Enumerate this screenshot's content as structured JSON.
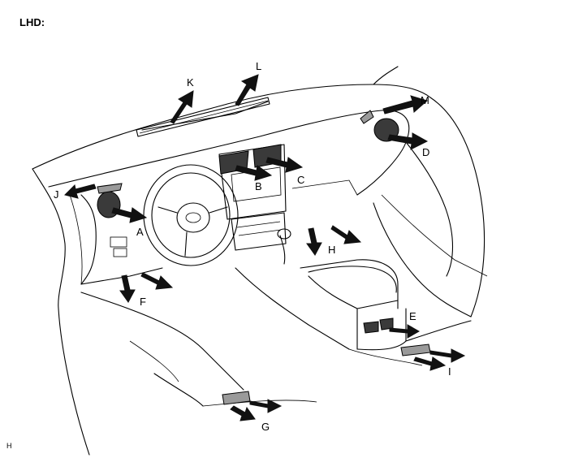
{
  "heading": "LHD:",
  "footnote": "H",
  "callouts": {
    "A": "A",
    "B": "B",
    "C": "C",
    "D": "D",
    "E": "E",
    "F": "F",
    "G": "G",
    "H": "H",
    "I": "I",
    "J": "J",
    "K": "K",
    "L": "L",
    "M": "M"
  }
}
